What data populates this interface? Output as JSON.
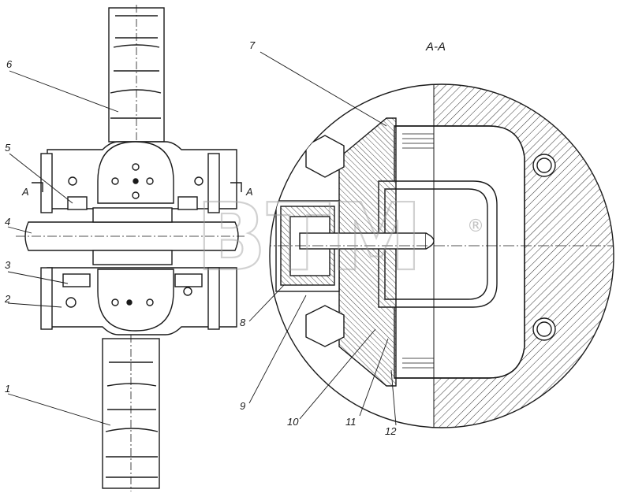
{
  "section_label": "A-A",
  "section_marks": [
    "A",
    "A"
  ],
  "callouts": [
    "1",
    "2",
    "3",
    "4",
    "5",
    "6",
    "7",
    "8",
    "9",
    "10",
    "11",
    "12"
  ],
  "watermark": "BTM",
  "watermark_mark": "®",
  "colors": {
    "line": "#1a1a1a",
    "hatch": "#333333",
    "background": "#ffffff",
    "watermark": "#9a9a9a"
  }
}
